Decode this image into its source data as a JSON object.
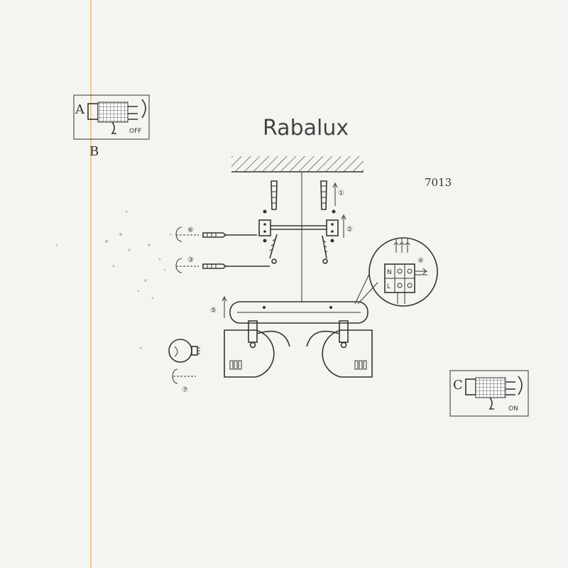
{
  "brand": "Rabalux",
  "model_number": "7013",
  "panels": {
    "a": {
      "letter": "A",
      "below_letter": "B",
      "switch_state": "OFF"
    },
    "c": {
      "letter": "C",
      "switch_state": "ON"
    }
  },
  "terminal_letters": {
    "neutral": "N",
    "live": "L"
  },
  "steps": [
    "①",
    "②",
    "③",
    "④",
    "⑤",
    "⑥",
    "⑦"
  ]
}
